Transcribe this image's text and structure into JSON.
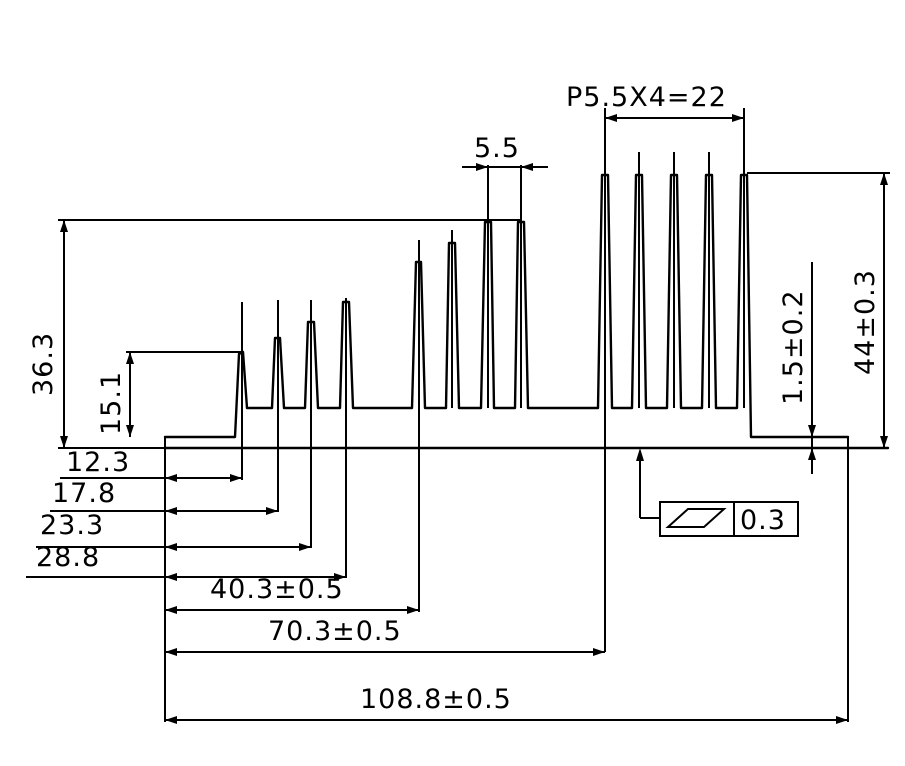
{
  "drawing": {
    "type": "heatsink-profile-dimensioned-drawing",
    "dimensions": {
      "pitch": "P5.5X4=22",
      "fin_gap": "5.5",
      "left_height": "36.3",
      "left_step_height": "15.1",
      "base_thickness": "1.5±0.2",
      "total_height": "44±0.3",
      "offsets": [
        "12.3",
        "17.8",
        "23.3",
        "28.8"
      ],
      "offset_40": "40.3±0.5",
      "offset_70": "70.3±0.5",
      "total_width": "108.8±0.5"
    },
    "flatness": {
      "symbol": "flatness-icon",
      "value": "0.3"
    }
  }
}
